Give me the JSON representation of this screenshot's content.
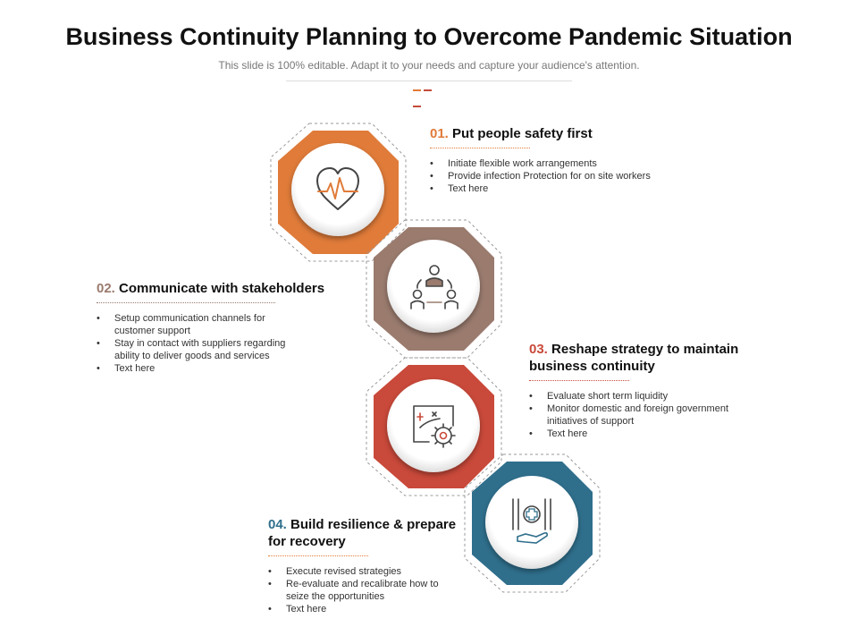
{
  "title": "Business Continuity Planning to Overcome Pandemic Situation",
  "subtitle": "This slide is 100% editable. Adapt it to your needs and capture your audience's attention.",
  "colors": {
    "orange": "#e07b39",
    "brown": "#9a7b6e",
    "red": "#c9493a",
    "blue": "#2f6f8c"
  },
  "steps": [
    {
      "num": "01.",
      "heading": "Put people safety first",
      "color": "#e07b39",
      "icon": "heart-rate-icon",
      "bullets": [
        "Initiate flexible work arrangements",
        "Provide infection Protection for on site workers",
        "Text here"
      ]
    },
    {
      "num": "02.",
      "heading": "Communicate with stakeholders",
      "color": "#9a7b6e",
      "icon": "stakeholders-icon",
      "bullets": [
        "Setup communication channels for customer support",
        "Stay in contact with suppliers regarding ability to deliver goods and services",
        "Text here"
      ]
    },
    {
      "num": "03.",
      "heading": "Reshape strategy to maintain business continuity",
      "color": "#c9493a",
      "icon": "strategy-gear-icon",
      "bullets": [
        "Evaluate short term liquidity",
        "Monitor domestic and foreign government initiatives of support",
        "Text here"
      ]
    },
    {
      "num": "04.",
      "heading": "Build resilience & prepare for recovery",
      "color": "#2f6f8c",
      "icon": "medical-hand-icon",
      "bullets": [
        "Execute revised strategies",
        "Re-evaluate and recalibrate how to seize the opportunities",
        "Text here"
      ]
    }
  ]
}
